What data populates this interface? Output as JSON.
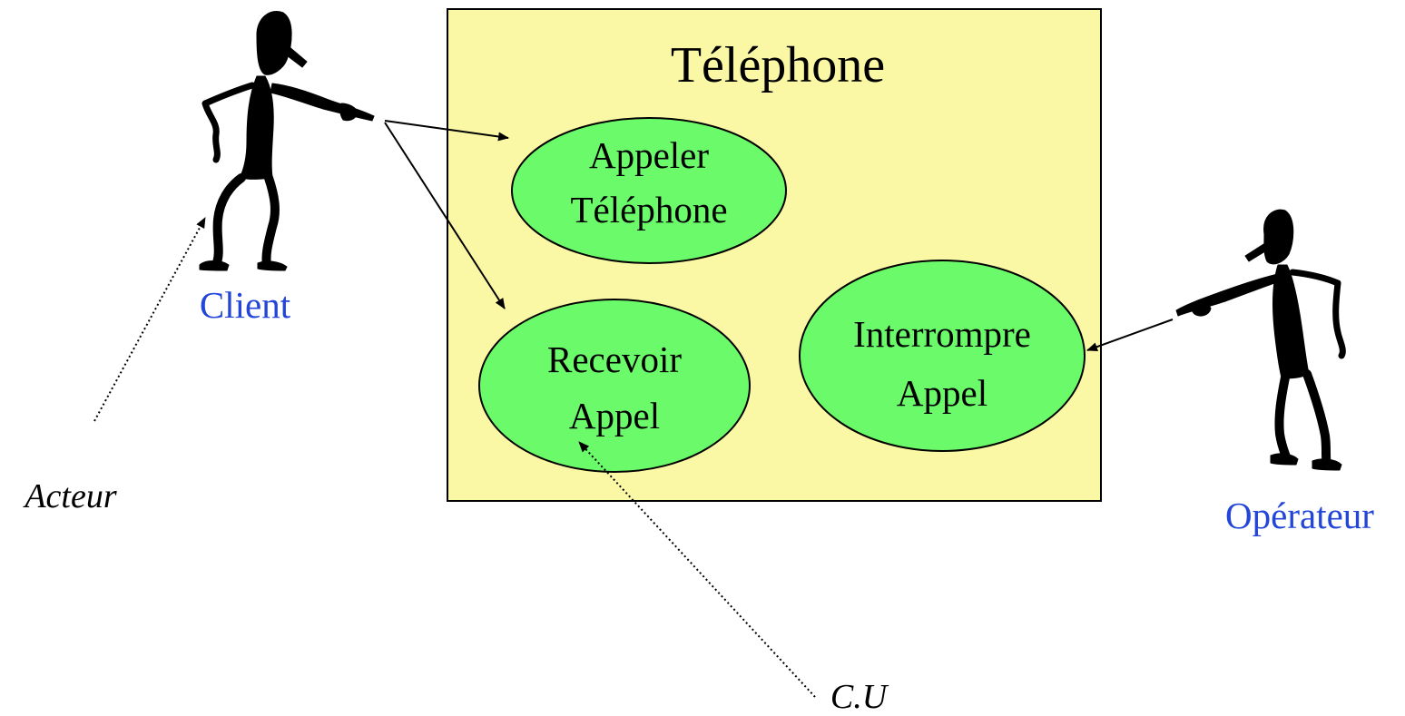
{
  "system": {
    "title": "Téléphone"
  },
  "use_cases": [
    {
      "line1": "Appeler",
      "line2": "Téléphone"
    },
    {
      "line1": "Recevoir",
      "line2": "Appel"
    },
    {
      "line1": "Interrompre",
      "line2": "Appel"
    }
  ],
  "actors": [
    {
      "label": "Client"
    },
    {
      "label": "Opérateur"
    }
  ],
  "annotations": [
    {
      "label": "Acteur"
    },
    {
      "label": "C.U"
    }
  ],
  "colors": {
    "system_fill": "#FAF8A4",
    "use_case_fill": "#6BFA6A",
    "actor_label": "#2346D9",
    "outline": "#000000"
  }
}
